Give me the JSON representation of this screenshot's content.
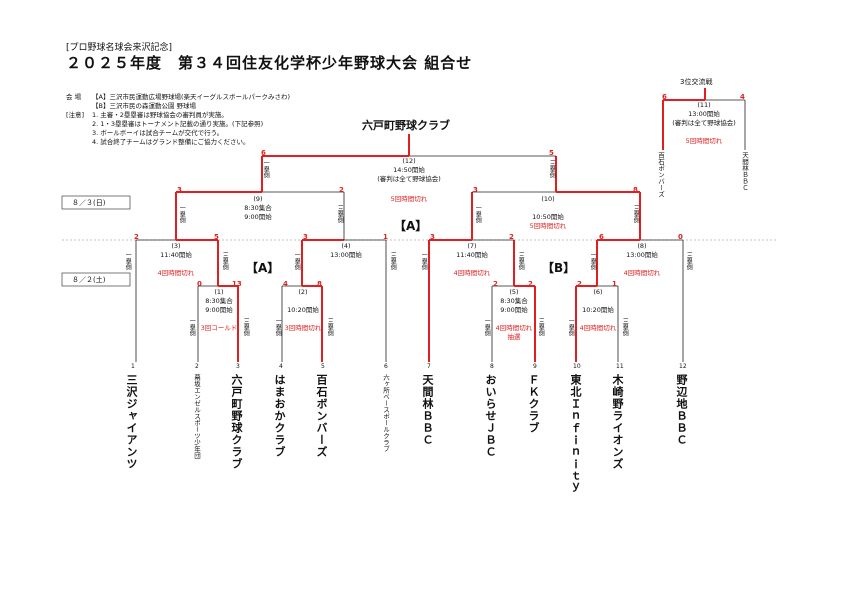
{
  "header": {
    "supertitle": "[プロ野球名球会来沢記念]",
    "title": "２０２５年度　第３４回住友化学杯少年野球大会 組合せ"
  },
  "venue": {
    "label": "会 場",
    "a": "【A】三沢市民運動広場野球場(楽天イーグルスボールパークみさわ)",
    "b": "【B】三沢市民の森運動公園 野球場"
  },
  "notes": {
    "label": "[注意]",
    "items": [
      "1. 主審・2塁塁審は野球協会の審判員が実施。",
      "2. 1・3塁塁審はトーナメント記載の通り実施。(下記参照)",
      "3. ボールボーイは試合チームが交代で行う。",
      "4. 試合終了チームはグランド整備にご協力ください。"
    ]
  },
  "dates": {
    "day2": "８／３(日)",
    "day1": "８／２(土)"
  },
  "blocks": {
    "center_a": "【A】",
    "left_a": "【A】",
    "right_b": "【B】"
  },
  "champion": "六戸町野球クラブ",
  "third_place": {
    "title": "3位交流戦",
    "game": "(11)",
    "time": "13:00開始",
    "umpire": "(審判は全て野球協会)",
    "result": "5回時間切れ",
    "left_score": "6",
    "right_score": "4",
    "left_team": "百石ボンバーズ",
    "right_team": "天間林ＢＢＣ"
  },
  "final": {
    "game": "(12)",
    "time": "14:50開始",
    "umpire": "(審判は全て野球協会)",
    "left_score": "6",
    "right_score": "5",
    "left_side": "一塁側",
    "right_side": "三塁側"
  },
  "semis": {
    "g9": {
      "game": "(9)",
      "assembly": "8:30集合",
      "time": "9:00開始",
      "left_score": "3",
      "right_score": "2",
      "left_side": "一塁側",
      "right_side": "三塁側"
    },
    "g10": {
      "game": "(10)",
      "time": "10:50開始",
      "result": "5回時間切れ",
      "left_score": "3",
      "right_score": "8",
      "left_side": "一塁側",
      "right_side": "三塁側"
    },
    "final_result": "5回時間切れ"
  },
  "quarters": {
    "g3": {
      "game": "(3)",
      "time": "11:40開始",
      "result": "4回時間切れ",
      "left_score": "2",
      "right_score": "5",
      "left_side": "一塁側",
      "right_side": "三塁側"
    },
    "g4": {
      "game": "(4)",
      "time": "13:00開始",
      "left_score": "3",
      "right_score": "1",
      "left_side": "一塁側",
      "right_side": "三塁側"
    },
    "g7": {
      "game": "(7)",
      "time": "11:40開始",
      "result": "4回時間切れ",
      "left_score": "3",
      "right_score": "2",
      "left_side": "一塁側",
      "right_side": "三塁側"
    },
    "g8": {
      "game": "(8)",
      "time": "13:00開始",
      "result": "4回時間切れ",
      "left_score": "6",
      "right_score": "0",
      "left_side": "一塁側",
      "right_side": "三塁側"
    }
  },
  "firsts": {
    "g1": {
      "game": "(1)",
      "assembly": "8:30集合",
      "time": "9:00開始",
      "result": "3回コールド",
      "left_score": "0",
      "right_score": "13",
      "left_side": "一塁側",
      "right_side": "三塁側"
    },
    "g2": {
      "game": "(2)",
      "time": "10:20開始",
      "result": "3回時間切れ",
      "left_score": "4",
      "right_score": "8",
      "left_side": "一塁側",
      "right_side": "三塁側"
    },
    "g5": {
      "game": "(5)",
      "assembly": "8:30集合",
      "time": "9:00開始",
      "result": "4回時間切れ",
      "result2": "抽選",
      "left_score": "2",
      "right_score": "2",
      "left_side": "一塁側",
      "right_side": "三塁側"
    },
    "g6": {
      "game": "(6)",
      "time": "10:20開始",
      "result": "4回時間切れ",
      "left_score": "2",
      "right_score": "1",
      "left_side": "一塁側",
      "right_side": "三塁側"
    }
  },
  "teams": [
    {
      "num": "1",
      "name": "三沢ジャイアンツ"
    },
    {
      "num": "2",
      "name": "幕坂エンゼルスポーツ少年団"
    },
    {
      "num": "3",
      "name": "六戸町野球クラブ"
    },
    {
      "num": "4",
      "name": "はまおかクラブ"
    },
    {
      "num": "5",
      "name": "百石ボンバーズ"
    },
    {
      "num": "6",
      "name": "六ヶ所ベースボールクラブ"
    },
    {
      "num": "7",
      "name": "天間林ＢＢＣ"
    },
    {
      "num": "8",
      "name": "おいらせＪＢＣ"
    },
    {
      "num": "9",
      "name": "ＦＫクラブ"
    },
    {
      "num": "10",
      "name": "東北Ｉｎｆｉｎｉｔｙ"
    },
    {
      "num": "11",
      "name": "木崎野ライオンズ"
    },
    {
      "num": "12",
      "name": "野辺地ＢＢＣ"
    }
  ],
  "colors": {
    "winner_line": "#e02020",
    "line": "#222222",
    "divider": "#888888"
  }
}
